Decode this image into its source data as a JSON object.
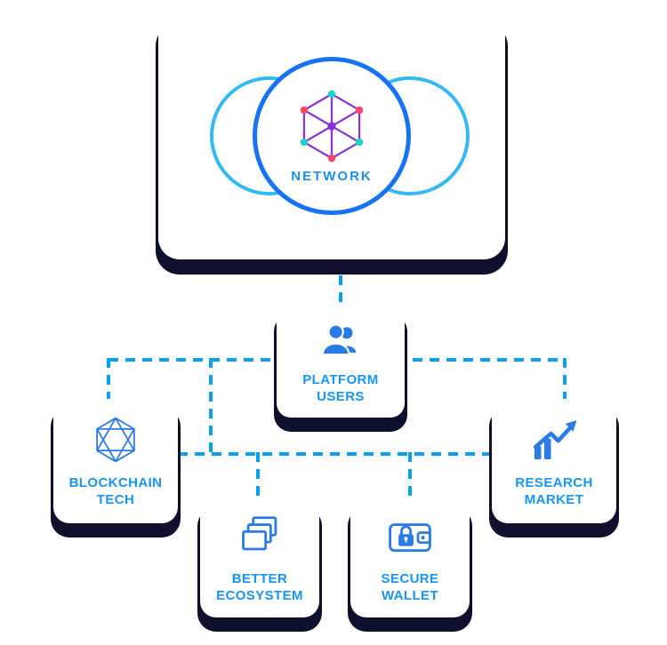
{
  "network_card": {
    "label": "NETWORK",
    "icon": "molecule-network-icon"
  },
  "nodes": {
    "platform_users": {
      "label": "PLATFORM USERS",
      "icon": "users-icon"
    },
    "blockchain_tech": {
      "label": "BLOCKCHAIN TECH",
      "icon": "blockchain-hexagon-icon"
    },
    "research_market": {
      "label": "RESEARCH MARKET",
      "icon": "growth-chart-icon"
    },
    "better_ecosystem": {
      "label": "BETTER ECOSYSTEM",
      "icon": "stacked-layers-icon"
    },
    "secure_wallet": {
      "label": "SECURE WALLET",
      "icon": "secure-wallet-icon"
    }
  },
  "colors": {
    "label_blue": "#1795f1",
    "dash_blue": "#09a0f2",
    "circle_blue": "#1873f0",
    "outer_ring_cyan": "#35b9f5",
    "icon_blue": "#2b7be4",
    "hex_purple": "#8b2fd6",
    "node_cyan": "#1fd3c6",
    "node_red": "#f9476b",
    "shadow_navy": "#0e102e",
    "card_white": "#ffffff"
  }
}
